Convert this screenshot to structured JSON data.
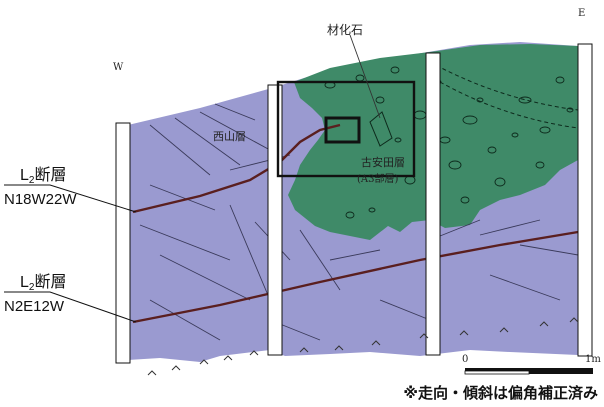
{
  "compass": {
    "west": "W",
    "east": "E"
  },
  "labels": {
    "fossil_wood": "材化石",
    "nishiyama_formation": "西山層",
    "kouyasuda_formation": "古安田層",
    "kouyasuda_sub": "(A3部層)"
  },
  "faults": [
    {
      "name_main": "L",
      "name_sub": "2",
      "name_suffix": "断層",
      "attitude": "N18W22W"
    },
    {
      "name_main": "L",
      "name_sub": "2",
      "name_suffix": "断層",
      "attitude": "N2E12W"
    }
  ],
  "scale_bar": {
    "start": "0",
    "end": "1m"
  },
  "note": "※走向・傾斜は偏角補正済み",
  "colors": {
    "nishiyama": "#9a9ad0",
    "kouyasuda": "#3f8a68",
    "fault_line": "#5a1f1f",
    "frame": "#111111"
  }
}
